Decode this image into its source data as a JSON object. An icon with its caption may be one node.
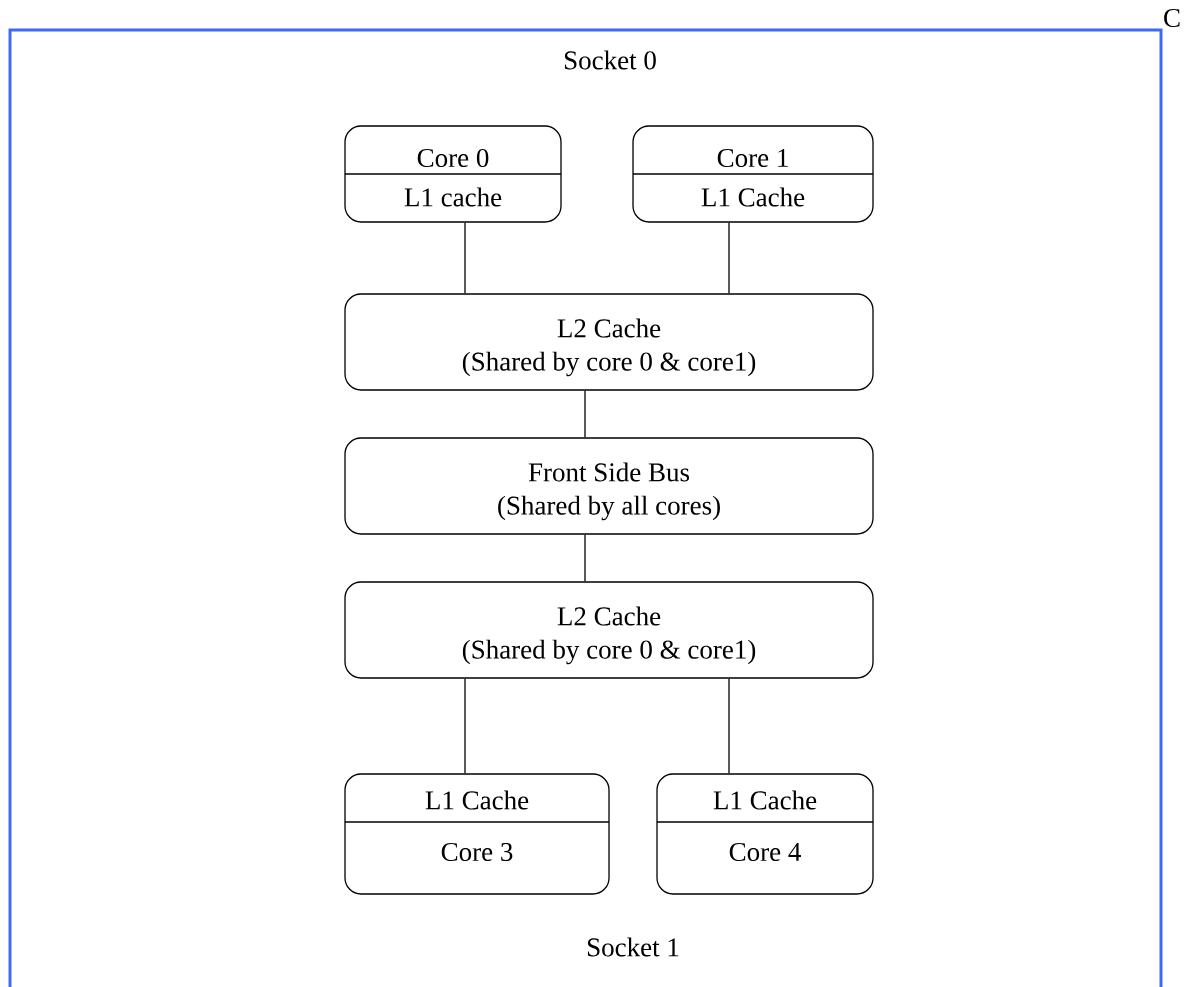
{
  "diagram": {
    "nodes": [
      {
        "text": [
          "Socket 0",
          "Socket 1"
        ]
      },
      {
        "text": [
          "Core 0",
          "L1 cache"
        ],
        "in": 0
      },
      {
        "text": [
          "Core 1",
          "L1 Cache"
        ],
        "in": 0
      },
      {
        "text": [
          "L2 Cache",
          "(Shared by core 0 & core1)"
        ],
        "in": 0
      },
      {
        "text": [
          "Front Side Bus",
          "(Shared by all cores)"
        ],
        "in": 0
      },
      {
        "text": [
          "L2 Cache",
          "(Shared by core 0 & core1)"
        ],
        "in": 0
      },
      {
        "text": [
          "L1 Cache",
          "Core 3"
        ],
        "in": 0
      },
      {
        "text": [
          "L1 Cache",
          "Core 4"
        ],
        "in": 0
      }
    ],
    "edges": [
      {
        "from": 1,
        "to": 3,
        "arrow": "none"
      },
      {
        "from": 2,
        "to": 3,
        "arrow": "none"
      },
      {
        "from": 3,
        "to": 4,
        "arrow": "none"
      },
      {
        "from": 4,
        "to": 5,
        "arrow": "none"
      },
      {
        "from": 5,
        "to": 6,
        "arrow": "none"
      },
      {
        "from": 5,
        "to": 7,
        "arrow": "none"
      }
    ],
    "labels": [
      "C"
    ]
  }
}
